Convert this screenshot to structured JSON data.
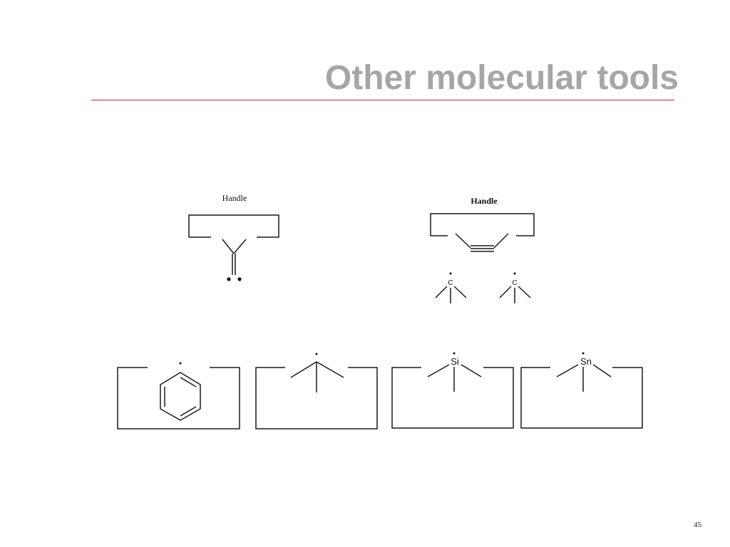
{
  "slide": {
    "title": "Other molecular tools",
    "page_number": "45"
  },
  "top_left_tool": {
    "handle_label": "Handle"
  },
  "top_right_tool": {
    "handle_label": "Handle",
    "carbene_labels": [
      "C",
      "C"
    ]
  },
  "bottom_tools": {
    "silicon_label": "Si",
    "tin_label": "Sn"
  }
}
